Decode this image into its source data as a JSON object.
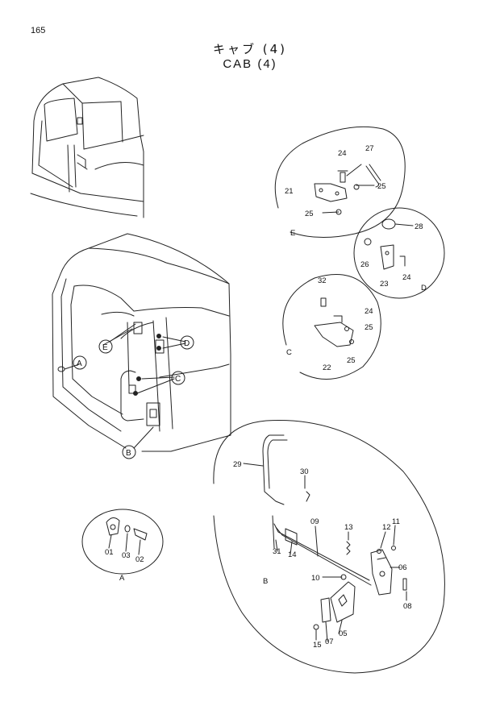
{
  "page": {
    "number": "165",
    "title_jp": "キャブ (4)",
    "title_en": "CAB (4)"
  },
  "detail_labels": [
    "A",
    "B",
    "C",
    "D",
    "E"
  ],
  "callouts": {
    "A": "A",
    "B": "B",
    "C": "C",
    "D": "D",
    "E": "E"
  },
  "parts": {
    "p01": "01",
    "p02": "02",
    "p03": "03",
    "p05": "05",
    "p06": "06",
    "p07": "07",
    "p08": "08",
    "p09": "09",
    "p10": "10",
    "p11": "11",
    "p12": "12",
    "p13": "13",
    "p14": "14",
    "p15": "15",
    "p21": "21",
    "p22": "22",
    "p23": "23",
    "p24": "24",
    "p25": "25",
    "p26": "26",
    "p27": "27",
    "p28": "28",
    "p29": "29",
    "p30": "30",
    "p31": "31",
    "p32": "32"
  }
}
